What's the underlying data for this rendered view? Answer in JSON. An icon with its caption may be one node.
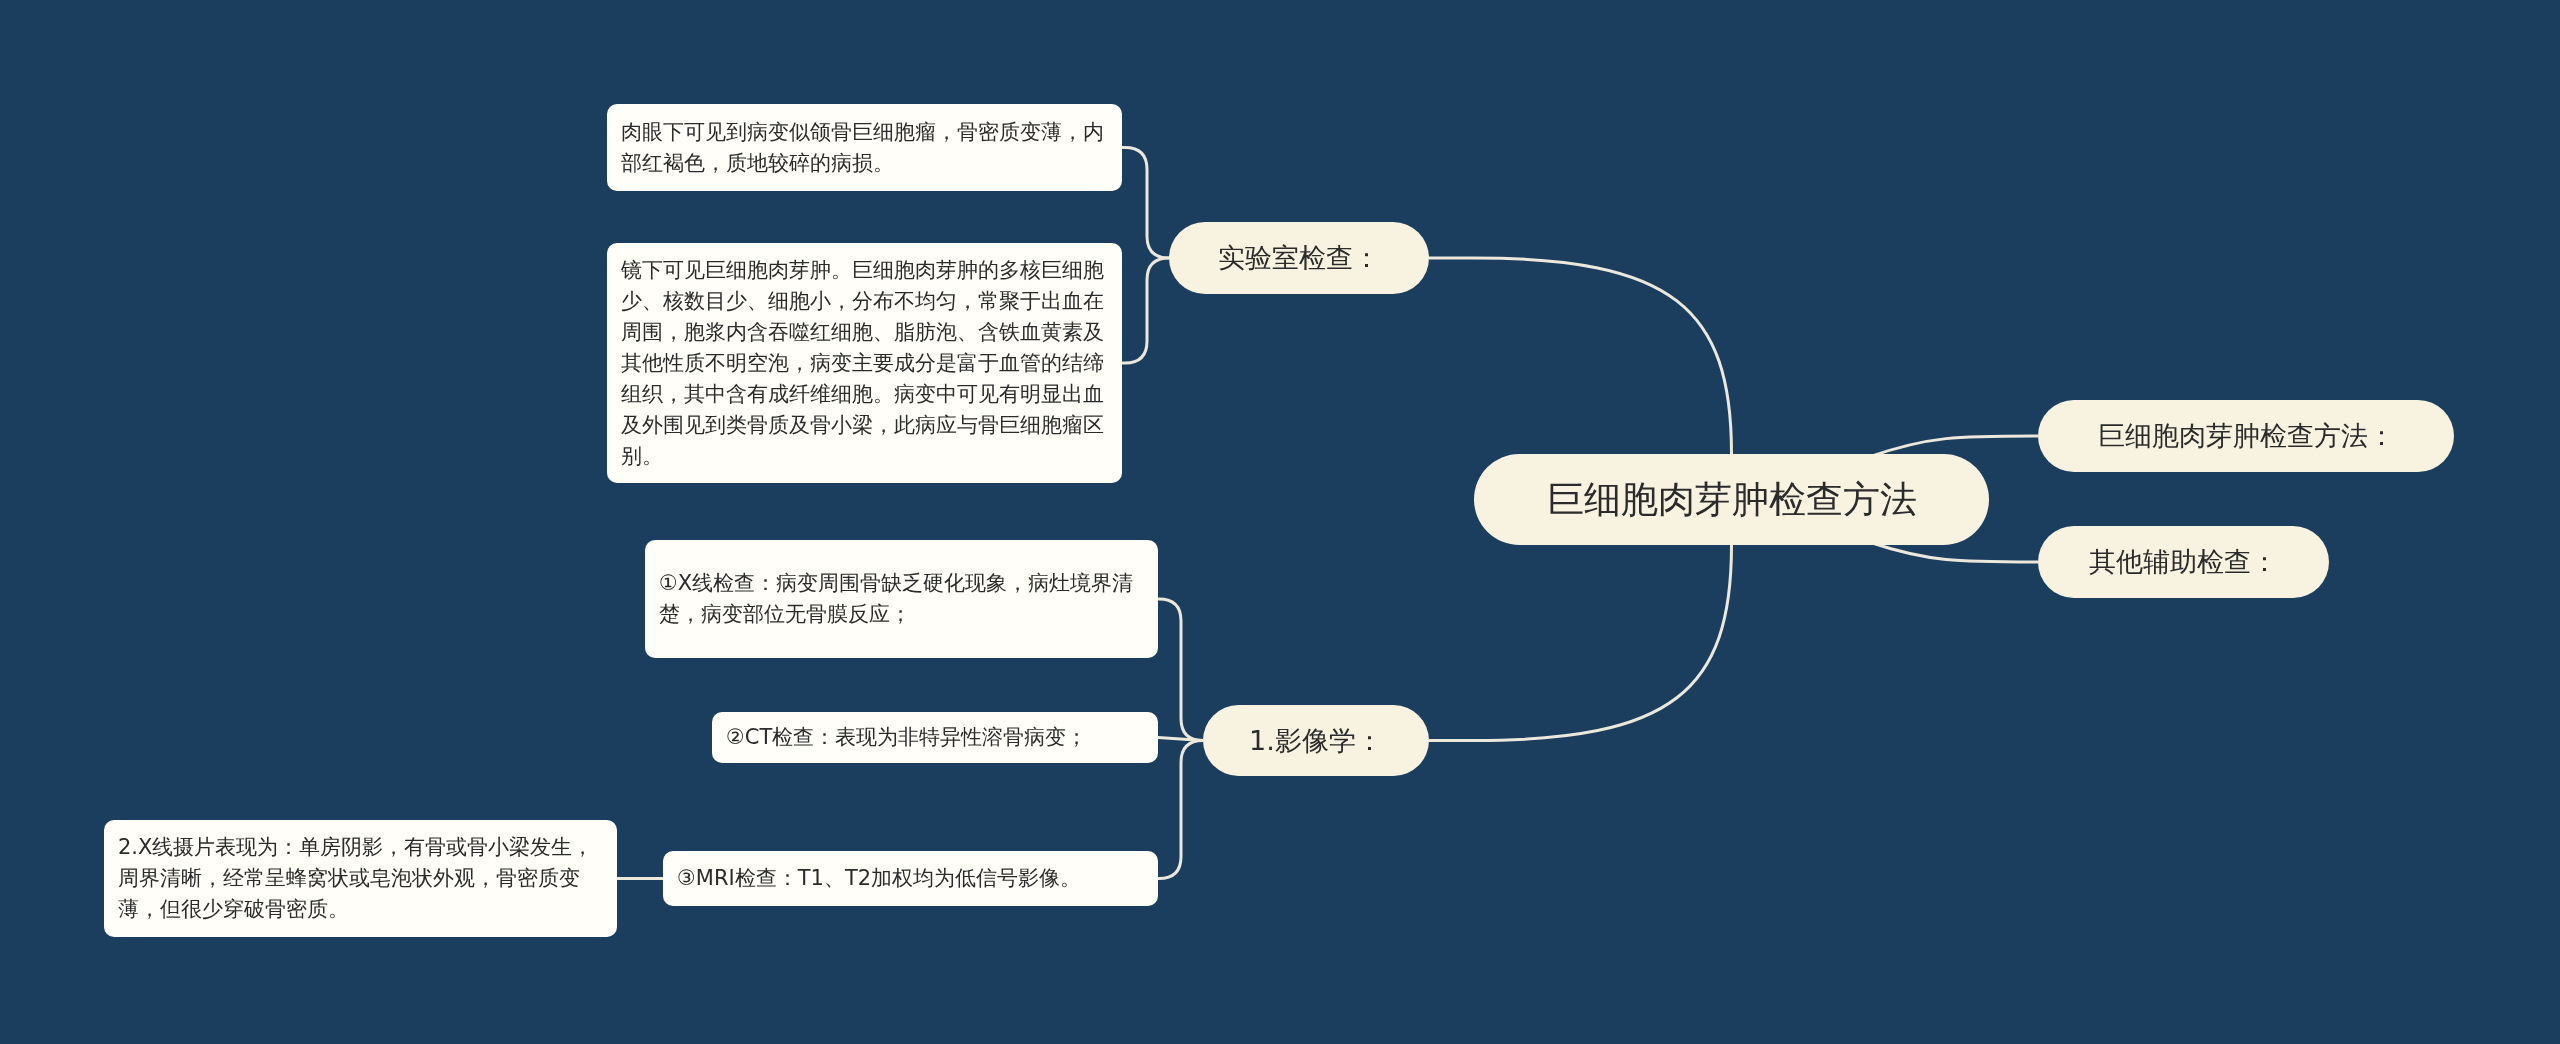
{
  "diagram": {
    "nodes": [
      {
        "text": [
          "巨细胞肉芽肿检查方法"
        ]
      },
      {
        "text": [
          "实验室检查："
        ]
      },
      {
        "text": [
          "肉眼下可见到病变似颌骨巨细胞瘤，骨密质变薄，内部红褐色，质地较碎的病损。"
        ]
      },
      {
        "text": [
          "镜下可见巨细胞肉芽肿。巨细胞肉芽肿的多核巨细胞少、核数目少、细胞小，分布不均匀，常聚于出血在周围，胞浆内含吞噬红细胞、脂肪泡、含铁血黄素及其他性质不明空泡，病变主要成分是富于血管的结缔组织，其中含有成纤维细胞。病变中可见有明显出血及外围见到类骨质及骨小梁，此病应与骨巨细胞瘤区别。"
        ]
      },
      {
        "text": [
          "巨细胞肉芽肿检查方法："
        ]
      },
      {
        "text": [
          "其他辅助检查："
        ]
      },
      {
        "text": [
          "1.影像学："
        ]
      },
      {
        "text": [
          "①X线检查：病变周围骨缺乏硬化现象，病灶境界清楚，病变部位无骨膜反应；"
        ]
      },
      {
        "text": [
          "②CT检查：表现为非特异性溶骨病变；"
        ]
      },
      {
        "text": [
          "③MRI检查：T1、T2加权均为低信号影像。"
        ]
      },
      {
        "text": [
          "2.X线摄片表现为：单房阴影，有骨或骨小梁发生，周界清晰，经常呈蜂窝状或皂泡状外观，骨密质变薄，但很少穿破骨密质。"
        ]
      }
    ],
    "edges": [
      {
        "from": 0,
        "to": 1,
        "arrow": "none"
      },
      {
        "from": 1,
        "to": 2,
        "arrow": "none"
      },
      {
        "from": 1,
        "to": 3,
        "arrow": "none"
      },
      {
        "from": 0,
        "to": 4,
        "arrow": "none"
      },
      {
        "from": 0,
        "to": 5,
        "arrow": "none"
      },
      {
        "from": 0,
        "to": 6,
        "arrow": "none"
      },
      {
        "from": 6,
        "to": 7,
        "arrow": "none"
      },
      {
        "from": 6,
        "to": 8,
        "arrow": "none"
      },
      {
        "from": 6,
        "to": 9,
        "arrow": "none"
      },
      {
        "from": 9,
        "to": 10,
        "arrow": "none"
      }
    ]
  }
}
